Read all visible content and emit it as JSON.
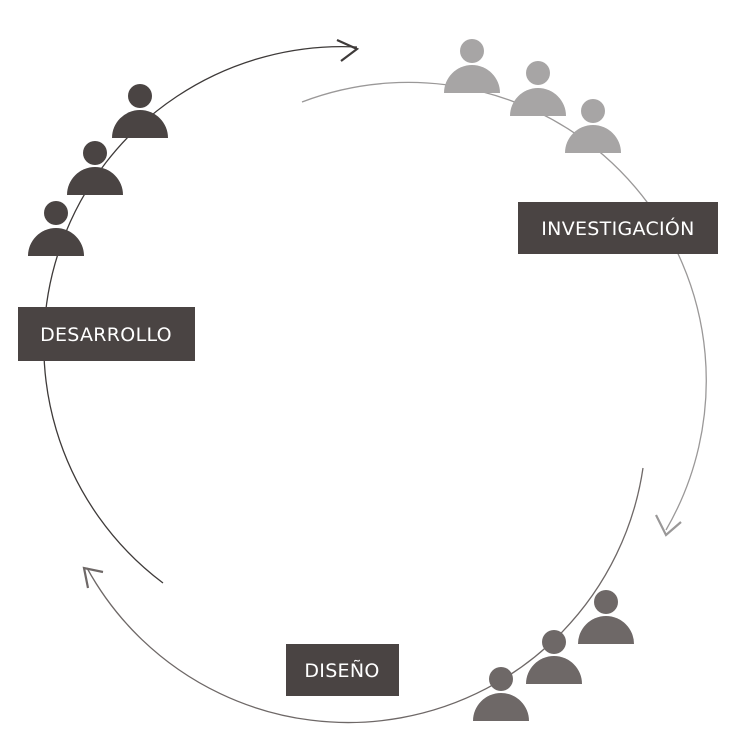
{
  "diagram": {
    "stages": [
      {
        "id": "investigacion",
        "label": "INVESTIGACIÓN"
      },
      {
        "id": "diseno",
        "label": "DISEÑO"
      },
      {
        "id": "desarrollo",
        "label": "DESARROLLO"
      }
    ]
  },
  "colors": {
    "label_bg": "#4a4443",
    "label_text": "#ffffff",
    "people_investigacion": "#a7a5a5",
    "people_diseno": "#6e6867",
    "people_desarrollo": "#4a4443",
    "arc_light": "#9a9898",
    "arc_dark": "#3e3a39"
  }
}
